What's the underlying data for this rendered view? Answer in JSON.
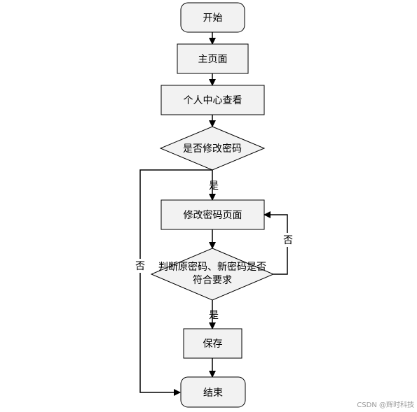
{
  "nodes": {
    "start": "开始",
    "home": "主页面",
    "personal_center": "个人中心查看",
    "decision_change_pwd": "是否修改密码",
    "change_pwd_page": "修改密码页面",
    "decision_check_line1": "判断原密码、新密码是否",
    "decision_check_line2": "符合要求",
    "save": "保存",
    "end": "结束"
  },
  "edges": {
    "yes_1": "是",
    "no_1": "否",
    "no_2": "否",
    "yes_2": "是"
  },
  "watermark": "CSDN @辉时科技",
  "colors": {
    "node_fill": "#f2f2f2",
    "stroke": "#000000"
  }
}
